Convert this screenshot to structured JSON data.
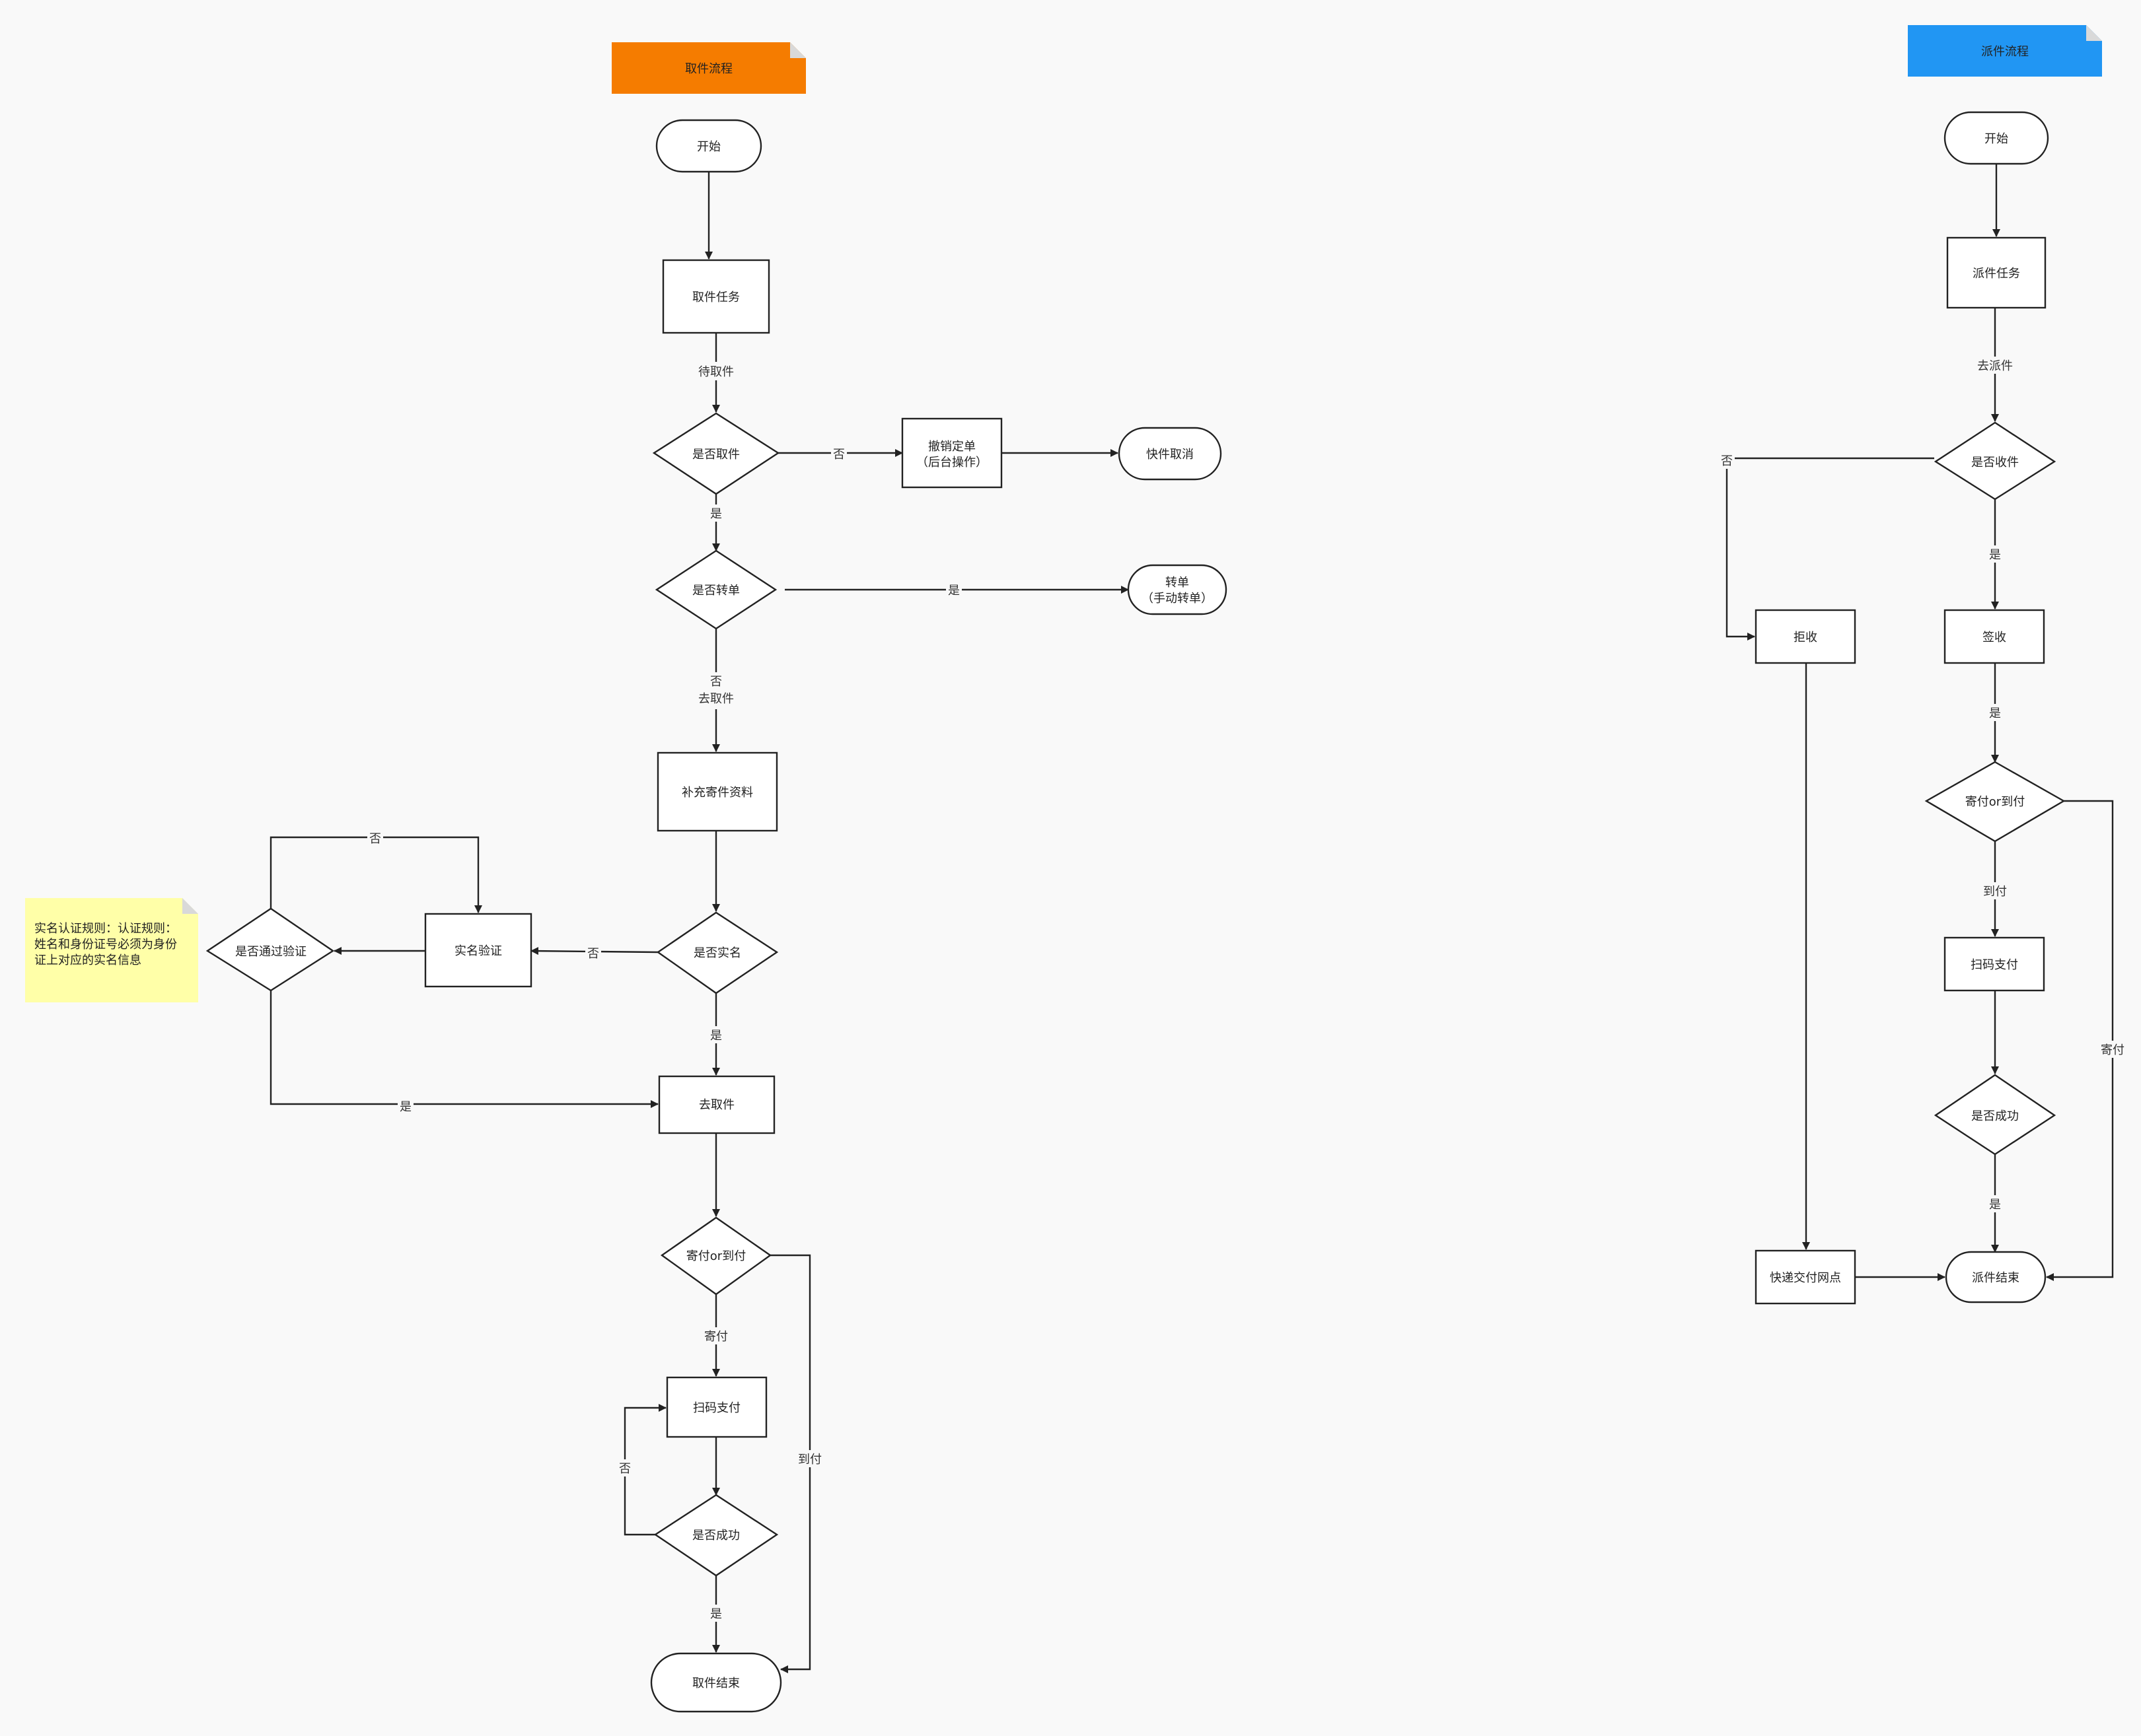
{
  "pickup_flow": {
    "title": "取件流程",
    "title_color": "#f57c00",
    "nodes": {
      "start": "开始",
      "task": "取件任务",
      "is_pickup": "是否取件",
      "cancel_order_l1": "撤销定单",
      "cancel_order_l2": "（后台操作）",
      "cancelled": "快件取消",
      "is_transfer": "是否转单",
      "transfer_l1": "转单",
      "transfer_l2": "（手动转单）",
      "supplement": "补充寄件资料",
      "is_realname": "是否实名",
      "verify": "实名验证",
      "passed": "是否通过验证",
      "go_pickup": "去取件",
      "pay_type": "寄付or到付",
      "scan_pay": "扫码支付",
      "success": "是否成功",
      "end": "取件结束"
    },
    "edges": {
      "to_pickup_wait": "待取件",
      "no_pickup": "否",
      "yes_pickup": "是",
      "yes_transfer": "是",
      "no_transfer": "否",
      "go_pickup": "去取件",
      "not_realname": "否",
      "yes_realname": "是",
      "not_passed": "否",
      "yes_passed": "是",
      "sender_pay": "寄付",
      "receiver_pay": "到付",
      "pay_failed": "否",
      "pay_success": "是"
    },
    "note": {
      "l1": "实名认证规则：认证规则：",
      "l2": "姓名和身份证号必须为身份",
      "l3": "证上对应的实名信息",
      "color": "#ffffa8"
    }
  },
  "delivery_flow": {
    "title": "派件流程",
    "title_color": "#2196f3",
    "nodes": {
      "start": "开始",
      "task": "派件任务",
      "is_received": "是否收件",
      "reject": "拒收",
      "sign": "签收",
      "pay_type": "寄付or到付",
      "scan_pay": "扫码支付",
      "success": "是否成功",
      "handover": "快递交付网点",
      "end": "派件结束"
    },
    "edges": {
      "go_deliver": "去派件",
      "not_received": "否",
      "yes_received": "是",
      "after_sign": "是",
      "receiver_pay": "到付",
      "sender_pay": "寄付",
      "pay_success": "是"
    }
  }
}
